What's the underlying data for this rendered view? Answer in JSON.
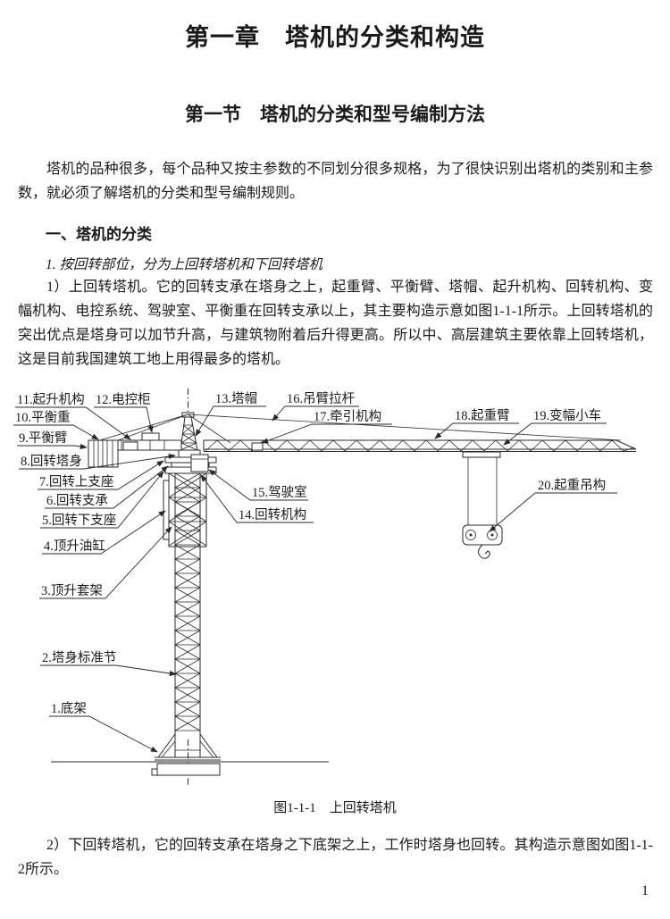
{
  "page": {
    "chapter_title": "第一章　塔机的分类和构造",
    "section_title": "第一节　塔机的分类和型号编制方法",
    "intro": "塔机的品种很多，每个品种又按主参数的不同划分很多规格，为了很快识别出塔机的类别和主参数，就必须了解塔机的分类和型号编制规则。",
    "heading_1": "一、塔机的分类",
    "subheading_1": "1. 按回转部位，分为上回转塔机和下回转塔机",
    "para_upper": "1）上回转塔机。它的回转支承在塔身之上，起重臂、平衡臂、塔帽、起升机构、回转机构、变幅机构、电控系统、驾驶室、平衡重在回转支承以上，其主要构造示意如图1-1-1所示。上回转塔机的突出优点是塔身可以加节升高，与建筑物附着后升得更高。所以中、高层建筑主要依靠上回转塔机，这是目前我国建筑工地上用得最多的塔机。",
    "figure": {
      "caption": "图1-1-1　上回转塔机",
      "labels": [
        {
          "text": "1.底架"
        },
        {
          "text": "2.塔身标准节"
        },
        {
          "text": "3.顶升套架"
        },
        {
          "text": "4.顶升油缸"
        },
        {
          "text": "5.回转下支座"
        },
        {
          "text": "6.回转支承"
        },
        {
          "text": "7.回转上支座"
        },
        {
          "text": "8.回转塔身"
        },
        {
          "text": "9.平衡臂"
        },
        {
          "text": "10.平衡重"
        },
        {
          "text": "11.起升机构"
        },
        {
          "text": "12.电控柜"
        },
        {
          "text": "13.塔帽"
        },
        {
          "text": "14.回转机构"
        },
        {
          "text": "15.驾驶室"
        },
        {
          "text": "16.吊臂拉杆"
        },
        {
          "text": "17.牵引机构"
        },
        {
          "text": "18.起重臂"
        },
        {
          "text": "19.变幅小车"
        },
        {
          "text": "20.起重吊构"
        }
      ]
    },
    "para_lower": "2）下回转塔机，它的回转支承在塔身之下底架之上，工作时塔身也回转。其构造示意图如图1-1-2所示。",
    "page_number": "1"
  }
}
